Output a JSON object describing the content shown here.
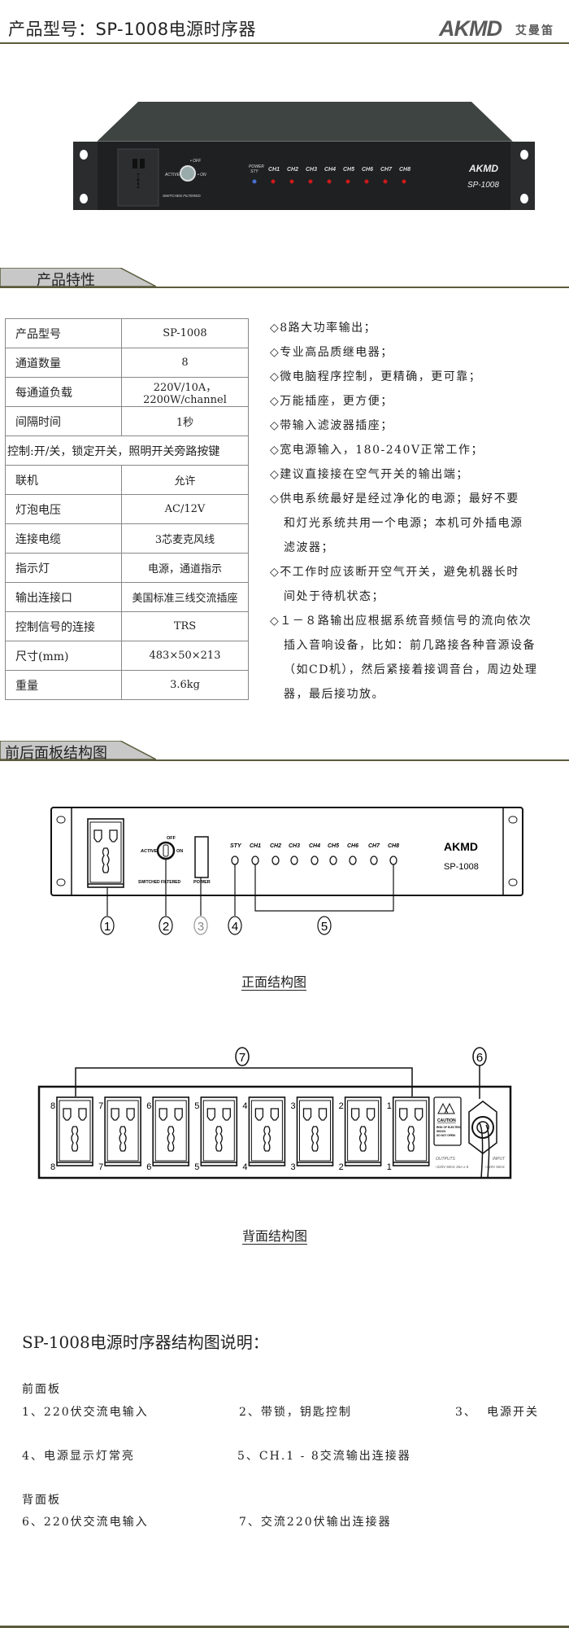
{
  "header": {
    "title": "产品型号：SP-1008电源时序器",
    "logo_text": "AKMD",
    "logo_cn": "艾曼笛"
  },
  "photo": {
    "switch_off": "• OFF",
    "switch_on": "• ON",
    "switch_active": "ACTIVE",
    "switched_filtered": "SWITCHED FILTERED",
    "power_label": "POWER",
    "sty_label": "STY",
    "channels": [
      "CH1",
      "CH2",
      "CH3",
      "CH4",
      "CH5",
      "CH6",
      "CH7",
      "CH8"
    ],
    "brand": "AKMD",
    "model": "SP-1008"
  },
  "sections": {
    "features": "产品特性",
    "panels": "前后面板结构图"
  },
  "spec_table": [
    {
      "key": "产品型号",
      "value": "SP-1008"
    },
    {
      "key": "通道数量",
      "value": "8"
    },
    {
      "key": "每通道负载",
      "value": "220V/10A，2200W/channel"
    },
    {
      "key": "间隔时间",
      "value": "1秒"
    },
    {
      "full": "控制:开/关，锁定开关，照明开关旁路按键"
    },
    {
      "key": "联机",
      "value": "允许"
    },
    {
      "key": "灯泡电压",
      "value": "AC/12V"
    },
    {
      "key": "连接电缆",
      "value": "3芯麦克风线"
    },
    {
      "key": "指示灯",
      "value": "电源，通道指示"
    },
    {
      "key": "输出连接口",
      "value": "美国标准三线交流插座"
    },
    {
      "key": "控制信号的连接",
      "value": "TRS"
    },
    {
      "key": "尺寸(mm)",
      "value": "483×50×213"
    },
    {
      "key": "重量",
      "value": "3.6kg"
    }
  ],
  "features": [
    [
      "◇8路大功率输出；"
    ],
    [
      "◇专业高品质继电器；"
    ],
    [
      "◇微电脑程序控制，更精确，更可靠；"
    ],
    [
      "◇万能插座，更方便；"
    ],
    [
      "◇带输入滤波器插座；"
    ],
    [
      "◇宽电源输入，180-240V正常工作；"
    ],
    [
      "◇建议直接接在空气开关的输出端；"
    ],
    [
      "◇供电系统最好是经过净化的电源；最好不要",
      "和灯光系统共用一个电源；本机可外插电源",
      "滤波器；"
    ],
    [
      "◇不工作时应该断开空气开关，避免机器长时",
      "间处于待机状态；"
    ],
    [
      "◇１－８路输出应根据系统音频信号的流向依次",
      "插入音响设备，比如：前几路接各种音源设备",
      "（如CD机），然后紧接着接调音台，周边处理",
      "器，最后接功放。"
    ]
  ],
  "front_diagram": {
    "switch_off": "OFF",
    "switch_on": "ON",
    "switch_active": "ACTIVE",
    "switched_filtered": "SWITCHED FILTERED",
    "power_label": "POWER",
    "sty_label": "STY",
    "channels": [
      "CH1",
      "CH2",
      "CH3",
      "CH4",
      "CH5",
      "CH6",
      "CH7",
      "CH8"
    ],
    "brand": "AKMD",
    "model": "SP-1008",
    "callouts": [
      "1",
      "2",
      "3",
      "4",
      "5"
    ],
    "caption": "正面结构图"
  },
  "rear_diagram": {
    "outlet_numbers": [
      "8",
      "7",
      "6",
      "5",
      "4",
      "3",
      "2",
      "1"
    ],
    "caution_title": "CAUTION",
    "caution_text_1": "RISK OF ELECTRIC",
    "caution_text_2": "SHOCK",
    "caution_text_3": "DO NOT OPEN!",
    "outputs_label": "OUTPUTS",
    "outputs_spec": "~220V 50Hz 25A x 8",
    "input_label": "INPUT",
    "input_spec": "~220V 50Hz",
    "callouts": [
      "7",
      "6"
    ],
    "caption": "背面结构图"
  },
  "description": {
    "title": "SP-1008电源时序器结构图说明：",
    "front_heading": "前面板",
    "front_items": [
      "1、220伏交流电输入",
      "2、带锁，钥匙控制",
      "3、",
      "电源开关",
      "4、电源显示灯常亮",
      "5、CH.1 - 8交流输出连接器"
    ],
    "rear_heading": "背面板",
    "rear_items": [
      "6、220伏交流电输入",
      "7、交流220伏输出连接器"
    ]
  },
  "colors": {
    "rule": "#5b5b3c",
    "tab_fill": "#c8c8c8",
    "led": "#cc1a1a",
    "sty_led": "#4a6fd0"
  }
}
